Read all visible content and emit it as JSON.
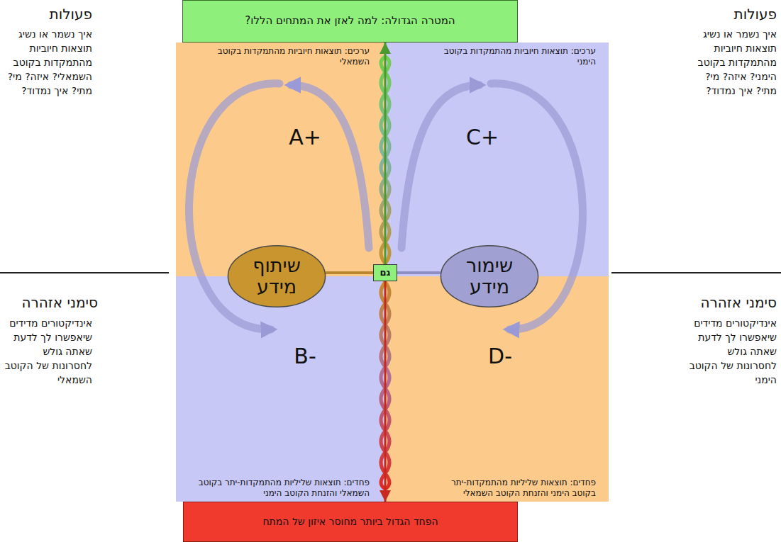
{
  "diagram": {
    "nodes": [
      {
        "text": [
          "המטרה הגדולה: למה לאזן את המתחים הללו?"
        ]
      },
      {
        "text": [
          "ערכים: תוצאות חיוביות מהתמקדות בקוטב השמאלי",
          "A+"
        ]
      },
      {
        "text": [
          "ערכים: תוצאות חיוביות מהתמקדות בקוטב הימני",
          "C+"
        ]
      },
      {
        "text": [
          "פחדים: תוצאות שליליות מהתמקדות-יתר בקוטב השמאלי והזנחת הקוטב הימני",
          "B-"
        ]
      },
      {
        "text": [
          "פחדים: תוצאות שליליות מהתמקדות-יתר בקוטב הימני והזנחת הקוטב השמאלי",
          "D-"
        ]
      },
      {
        "text": [
          "שיתוף מידע"
        ]
      },
      {
        "text": [
          "שימור מידע"
        ]
      },
      {
        "text": [
          "גם"
        ]
      },
      {
        "text": [
          "הפחד הגדול ביותר מחוסר איזון של המתח"
        ]
      }
    ],
    "edges": [
      {
        "from": 7,
        "to": 0,
        "arrow": "to"
      },
      {
        "from": 7,
        "to": 8,
        "arrow": "to"
      },
      {
        "from": 5,
        "to": 7,
        "arrow": "none"
      },
      {
        "from": 6,
        "to": 7,
        "arrow": "none"
      }
    ],
    "labels": [
      "פעולות",
      "איך נשמר או נשיג תוצאות חיוביות מהתמקדות בקוטב הימני? איזה? מי? מתי? איך נמדוד?",
      "פעולות",
      "איך נשמר או נשיג תוצאות חיוביות מהתמקדות בקוטב השמאלי? איזה? מי? מתי? איך נמדוד?",
      "סימני אזהרה",
      "אינדיקטורים מדידים שיאפשרו לך לדעת שאתה גולש לחסרונות של הקוטב הימני",
      "סימני אזהרה",
      "אינדיקטורים מדידים שיאפשרו לך לדעת שאתה גולש לחסרונות של הקוטב השמאלי"
    ]
  }
}
